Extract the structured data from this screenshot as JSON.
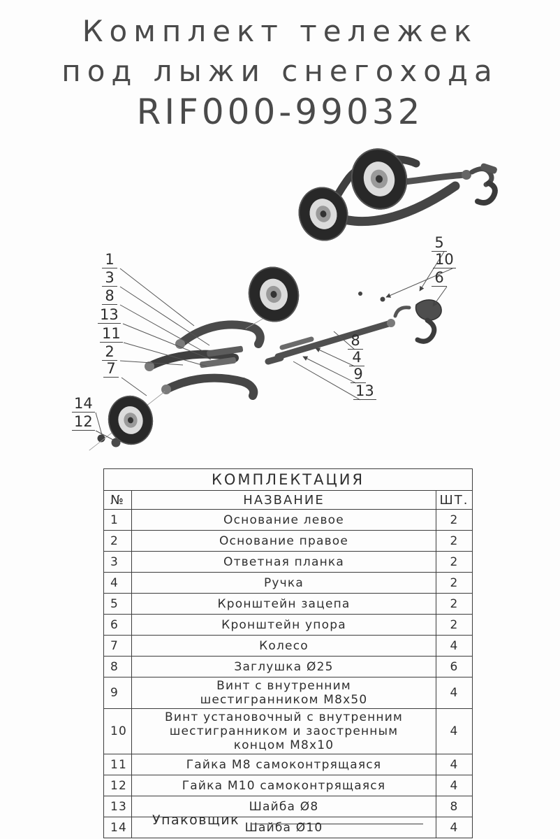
{
  "title": {
    "line1": "Комплект тележек",
    "line2": "под лыжи снегохода",
    "line3": "RIF000-99032"
  },
  "colors": {
    "ink": "#3c3c3c",
    "paper": "#fdfdfd"
  },
  "diagram": {
    "description": "exploded-view-of-ski-trolley-kit",
    "callouts": [
      {
        "label": "1"
      },
      {
        "label": "3"
      },
      {
        "label": "8"
      },
      {
        "label": "13"
      },
      {
        "label": "11"
      },
      {
        "label": "2"
      },
      {
        "label": "7"
      },
      {
        "label": "14"
      },
      {
        "label": "12"
      },
      {
        "label": "5"
      },
      {
        "label": "10"
      },
      {
        "label": "6"
      },
      {
        "label": "8"
      },
      {
        "label": "4"
      },
      {
        "label": "9"
      },
      {
        "label": "13"
      }
    ]
  },
  "table": {
    "title": "КОМПЛЕКТАЦИЯ",
    "columns": {
      "num": "№",
      "name": "НАЗВАНИЕ",
      "qty": "ШТ."
    },
    "rows": [
      {
        "num": "1",
        "name": "Основание левое",
        "qty": "2"
      },
      {
        "num": "2",
        "name": "Основание правое",
        "qty": "2"
      },
      {
        "num": "3",
        "name": "Ответная планка",
        "qty": "2"
      },
      {
        "num": "4",
        "name": "Ручка",
        "qty": "2"
      },
      {
        "num": "5",
        "name": "Кронштейн зацепа",
        "qty": "2"
      },
      {
        "num": "6",
        "name": "Кронштейн упора",
        "qty": "2"
      },
      {
        "num": "7",
        "name": "Колесо",
        "qty": "4"
      },
      {
        "num": "8",
        "name": "Заглушка Ø25",
        "qty": "6"
      },
      {
        "num": "9",
        "name": "Винт с внутренним шестигранником М8х50",
        "qty": "4"
      },
      {
        "num": "10",
        "name": "Винт установочный с внутренним шестигранником и заостренным концом М8х10",
        "qty": "4"
      },
      {
        "num": "11",
        "name": "Гайка М8 самоконтрящаяся",
        "qty": "4"
      },
      {
        "num": "12",
        "name": "Гайка М10 самоконтрящаяся",
        "qty": "4"
      },
      {
        "num": "13",
        "name": "Шайба Ø8",
        "qty": "8"
      },
      {
        "num": "14",
        "name": "Шайба Ø10",
        "qty": "4"
      }
    ]
  },
  "footer": {
    "packer_label": "Упаковщик"
  }
}
